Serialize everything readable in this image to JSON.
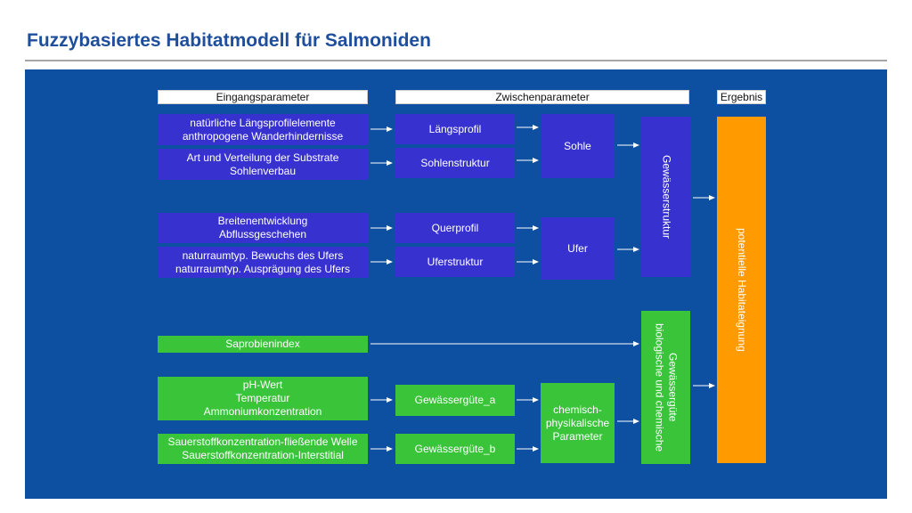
{
  "title": "Fuzzybasiertes Habitatmodell für Salmoniden",
  "headers": {
    "input": "Eingangsparameter",
    "intermediate": "Zwischenparameter",
    "result": "Ergebnis"
  },
  "inputs": {
    "laengsprofil": [
      "natürliche Längsprofilelemente",
      "anthropogene Wanderhindernisse"
    ],
    "substrate": [
      "Art und Verteilung der Substrate",
      "Sohlenverbau"
    ],
    "breite": [
      "Breitenentwicklung",
      "Abflussgeschehen"
    ],
    "ufer": [
      "naturraumtyp. Bewuchs des Ufers",
      "naturraumtyp. Ausprägung des Ufers"
    ],
    "saprobien": "Saprobienindex",
    "chemie": [
      "pH-Wert",
      "Temperatur",
      "Ammoniumkonzentration"
    ],
    "sauerstoff": [
      "Sauerstoffkonzentration-fließende Welle",
      "Sauerstoffkonzentration-Interstitial"
    ]
  },
  "intermediate": {
    "laengsprofil": "Längsprofil",
    "sohlenstruktur": "Sohlenstruktur",
    "querprofil": "Querprofil",
    "uferstruktur": "Uferstruktur",
    "guete_a": "Gewässergüte_a",
    "guete_b": "Gewässergüte_b",
    "sohle": "Sohle",
    "ufer": "Ufer",
    "chemisch": [
      "chemisch-",
      "physikalische",
      "Parameter"
    ],
    "struktur": "Gewässerstruktur",
    "biologisch": [
      "biologische und chemische",
      "Gewässergüte"
    ]
  },
  "result": "potentielle Habitateignung",
  "colors": {
    "panel": "#0d4fa0",
    "purple": "#3732cf",
    "green": "#39c43a",
    "orange": "#ff9a00",
    "title": "#1f4f9c"
  }
}
